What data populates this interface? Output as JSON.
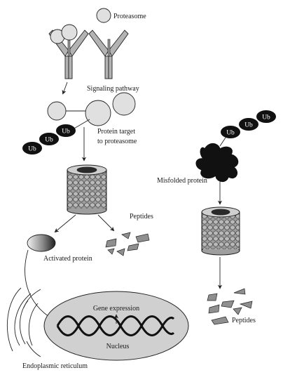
{
  "labels": {
    "proteasome": "Proteasome",
    "signaling_pathway": "Signaling pathway",
    "protein_target_line1": "Protein target",
    "protein_target_line2": "to proteasome",
    "misfolded_protein": "Misfolded protein",
    "peptides_top": "Peptides",
    "peptides_right": "Peptides",
    "activated_protein": "Activated protein",
    "gene_expression": "Gene expression",
    "nucleus": "Nucleus",
    "endoplasmic_reticulum": "Endoplasmic reticulum"
  },
  "ub_left": [
    "Ub",
    "Ub",
    "Ub"
  ],
  "ub_right": [
    "Ub",
    "Ub",
    "Ub"
  ],
  "colors": {
    "receptor_fill": "#b3b3b3",
    "circle_fill": "#e0e0e0",
    "ub_fill": "#111111",
    "fragment_fill": "#8f8f8f",
    "nucleus_fill": "#d0d0d0",
    "dna_strand": "#111111",
    "line": "#222222"
  }
}
